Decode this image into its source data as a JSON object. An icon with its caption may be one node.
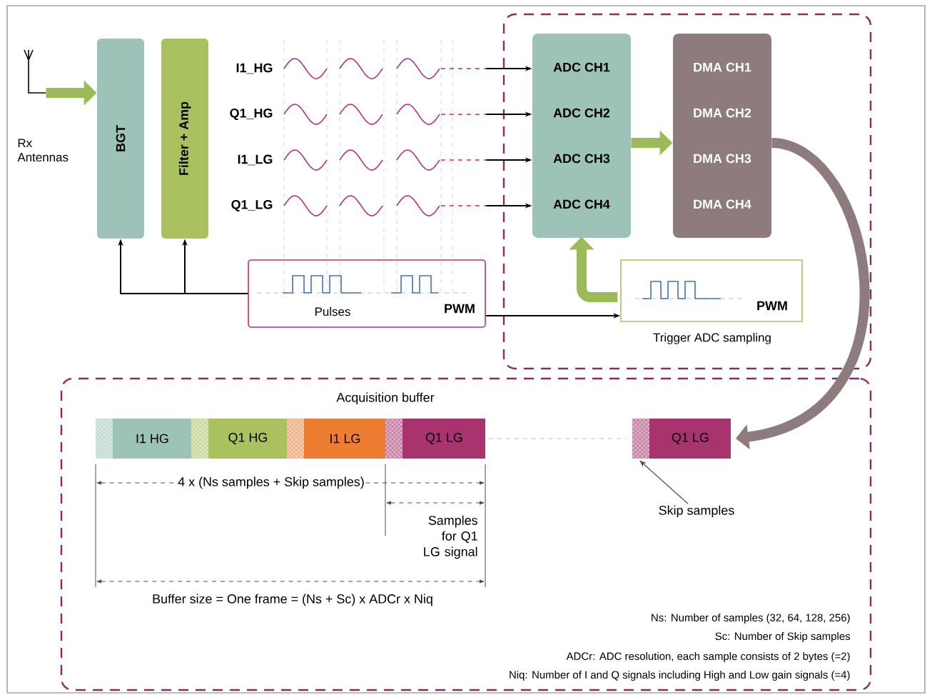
{
  "diagram": {
    "nodes": [
      {
        "text": [],
        "shape": "antenna",
        "beside": [
          "Rx Antennas"
        ]
      },
      {
        "text": [
          "BGT"
        ]
      },
      {
        "text": [
          "Filter + Amp"
        ]
      },
      {
        "text": [
          "I1_HG"
        ]
      },
      {
        "text": [
          "Q1_HG"
        ]
      },
      {
        "text": [
          "I1_LG"
        ]
      },
      {
        "text": [
          "Q1_LG"
        ]
      },
      {
        "text": [],
        "shape": "box"
      },
      {
        "text": [
          "ADC CH1",
          "ADC CH2",
          "ADC CH3",
          "ADC CH4"
        ],
        "in": 7
      },
      {
        "text": [
          "DMA CH1",
          "DMA CH2",
          "DMA CH3",
          "DMA CH4"
        ],
        "in": 7
      },
      {
        "text": [
          "Pulses",
          "PWM"
        ]
      },
      {
        "text": [
          "PWM"
        ],
        "in": 7,
        "beside": [
          "Trigger ADC sampling"
        ]
      },
      {
        "text": [],
        "shape": "box"
      },
      {
        "text": [
          "I1 HG"
        ],
        "in": 12
      },
      {
        "text": [
          "Q1 HG"
        ],
        "in": 12
      },
      {
        "text": [
          "I1 LG"
        ],
        "in": 12
      },
      {
        "text": [
          "Q1 LG"
        ],
        "in": 12
      },
      {
        "text": [
          "Q1 LG"
        ],
        "in": 12
      },
      {
        "text": [
          "Skip samples"
        ],
        "in": 12
      }
    ],
    "edges": [
      {
        "from": 0,
        "to": 1,
        "arrow": "to",
        "style": "thick",
        "color": "#9bbb59"
      },
      {
        "from": 3,
        "to": 8,
        "arrow": "to"
      },
      {
        "from": 4,
        "to": 8,
        "arrow": "to"
      },
      {
        "from": 5,
        "to": 8,
        "arrow": "to"
      },
      {
        "from": 6,
        "to": 8,
        "arrow": "to"
      },
      {
        "from": 8,
        "to": 9,
        "arrow": "to",
        "style": "thick",
        "color": "#9bbb59"
      },
      {
        "from": 10,
        "to": 1,
        "arrow": "to"
      },
      {
        "from": 10,
        "to": 2,
        "arrow": "to"
      },
      {
        "from": 10,
        "to": 11,
        "arrow": "to"
      },
      {
        "from": 11,
        "to": 8,
        "arrow": "to",
        "style": "thick",
        "color": "#9bbb59"
      },
      {
        "from": 9,
        "to": 17,
        "arrow": "to",
        "style": "thick",
        "color": "#8e7b7e"
      },
      {
        "from": 16,
        "to": 17,
        "arrow": "none",
        "style": "dashed",
        "color": "#bfbfbf"
      },
      {
        "from": 18,
        "to": 17,
        "arrow": "to",
        "color": "#5a4a50"
      }
    ],
    "labels": [
      "Acquisition buffer",
      "4 x (Ns samples + Skip samples)",
      "Samples for Q1 LG signal",
      "Buffer size = One frame = (Ns + Sc) x ADCr x Niq",
      "Ns: Number of samples (32, 64, 128, 256)",
      "Sc: Number of Skip samples",
      "ADCr: ADC resolution, each sample consists of 2 bytes (=2)",
      "Niq: Number of I and Q signals including High and Low gain signals (=4)"
    ]
  }
}
